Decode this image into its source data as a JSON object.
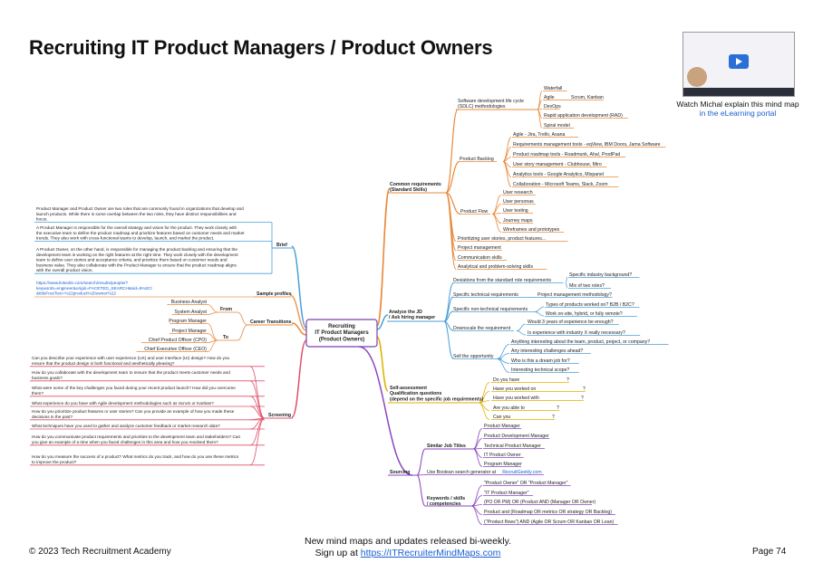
{
  "title": "Recruiting IT Product Managers / Product Owners",
  "center": [
    "Recruiting",
    "IT Product Managers",
    "(Product Owners)"
  ],
  "watch": {
    "text": "Watch Michal explain this mind map",
    "link": "in the eLearning portal"
  },
  "footer": {
    "left": "© 2023 Tech Recruitment Academy",
    "line1": "New mind maps and updates released bi-weekly.",
    "line2_prefix": "Sign up at ",
    "line2_link": "https://ITRecruiterMindMaps.com",
    "right": "Page 74"
  },
  "colors": {
    "orange": "#e8893a",
    "blue": "#4a9fd8",
    "purple": "#8a44c0",
    "yellow": "#e0b000",
    "red": "#e0506a",
    "peach": "#ec9a5a",
    "teal": "#2f9fa3"
  },
  "branches": {
    "common": {
      "label": [
        "Common requirements",
        "(Standard Skills)"
      ],
      "sdlc": {
        "label": [
          "Software development life cycle",
          "(SDLC) methodologies"
        ],
        "items": [
          "Waterfall",
          "Agile",
          "DevOps",
          "Rapid application development (RAD)",
          "Spiral model"
        ],
        "agile_sub": "Scrum, Kanban"
      },
      "backlog": {
        "label": "Product Backlog",
        "items": [
          "Agile - Jira, Trello, Asana",
          "Requirements management tools - eqView, IBM Doors, Jama Software",
          "Product roadmap tools - Roadmunk, Aha!, ProdPad",
          "User story management - Clubhouse, Miro",
          "Analytics tools - Google Analytics, Mixpanel",
          "Collaboration - Microsoft Teams, Slack, Zoom"
        ]
      },
      "flow": {
        "label": "Product Flow",
        "items": [
          "User research",
          "User personas",
          "User testing",
          "Journey maps",
          "Wireframes and prototypes"
        ]
      },
      "others": [
        "Prioritizing user stories, product features...",
        "Project management",
        "Communication skills",
        "Analytical and problem-solving skills"
      ]
    },
    "brief": {
      "label": "Brief",
      "paragraphs": [
        "Product Manager and Product Owner are two roles that are commonly found in organizations that develop and launch products. While there is some overlap between the two roles, they have distinct responsibilities and focus.",
        "A Product Manager is responsible for the overall strategy and vision for the product. They work closely with the executive team to define the product roadmap and prioritize features based on customer needs and market trends. They also work with cross-functional teams to develop, launch, and market the product.",
        "A Product Owner, on the other hand, is responsible for managing the product backlog and ensuring that the development team is working on the right features at the right time. They work closely with the development team to define user stories and acceptance criteria, and prioritize them based on customer needs and business value. They also collaborate with the Product Manager to ensure that the product roadmap aligns with the overall product vision."
      ]
    },
    "sample": {
      "label": "Sample profiles",
      "link": [
        "https://www.linkedin.com/search/results/people/?",
        "keywords=engineer&origin=FACETED_SEARCH&sid=5%2Cl",
        "&titleFreeText=%22product%20owner%22"
      ]
    },
    "career": {
      "label": "Career Transitions",
      "from_label": "From",
      "to_label": "To",
      "from": [
        "Business Analyst",
        "System Analyst"
      ],
      "to": [
        "Program Manager",
        "Project Manager",
        "Chief Product Officer (CPO)",
        "Chief Executive Officer (CEO)"
      ]
    },
    "analyze": {
      "label": [
        "Analyze the JD",
        "/ Ask hiring manager"
      ],
      "deviations": {
        "label": "Deviations from the standard role requirements",
        "items": [
          "Specific industry background?",
          "Mix of two roles?"
        ]
      },
      "technical": {
        "label": "Specific technical requirements",
        "item": "Project management methodology?"
      },
      "nontech": {
        "label": "Specific non-technical requirements",
        "items": [
          "Types of products worked on? B2B / B2C?",
          "Work on-site, hybrid, or fully remote?"
        ]
      },
      "downscale": {
        "label": "Downscale the requirement",
        "items": [
          "Would 3 years of experience be enough?",
          "Is experience with industry X really necessary?"
        ]
      },
      "sell": {
        "label": "Sell the opportunity",
        "items": [
          "Anything interesting about the team, product, project, or company?",
          "Any interesting challenges ahead?",
          "Who is this a dream job for?",
          "Interesting technical scope?"
        ]
      }
    },
    "self": {
      "label": [
        "Self-assessment",
        "Qualification questions",
        "(depend on the specific job requirements)"
      ],
      "items": [
        "Do you have",
        "Have you worked on",
        "Have you worked with",
        "Are you able to",
        "Can you"
      ],
      "marks": [
        "?",
        "?",
        "?",
        "?",
        "?"
      ]
    },
    "screening": {
      "label": "Screening",
      "questions": [
        "Can you describe your experience with user experience (UX) and user interface (UI) design? How do you ensure that the product design is both functional and aesthetically pleasing?",
        "How do you collaborate with the development team to ensure that the product meets customer needs and business goals?",
        "What were some of the key challenges you faced during your recent product launch? How did you overcome them?",
        "What experience do you have with Agile development methodologies such as Scrum or Kanban?",
        "How do you prioritize product features or user stories? Can you provide an example of how you made these decisions in the past?",
        "What techniques have you used to gather and analyze customer feedback or market research data?",
        "How do you communicate product requirements and priorities to the development team and stakeholders? Can you give an example of a time when you faced challenges in this area and how you resolved them?",
        "How do you measure the success of a product? What metrics do you track, and how do you use these metrics to improve the product?"
      ]
    },
    "sourcing": {
      "label": "Sourcing",
      "similar": {
        "label": "Similar Job Titles",
        "items": [
          "Product Manager",
          "Product Development Manager",
          "Technical Product Manager",
          "IT Product Owner",
          "Program Manager"
        ]
      },
      "boolean": {
        "prefix": "Use Boolean search generator at ",
        "link": "RecruitGeekly.com"
      },
      "keywords": {
        "label": [
          "Keywords / skills",
          "/ competencies"
        ],
        "items": [
          "\"Product Owner\" OR \"Product Manager\"",
          "\"IT Product Manager\"",
          "(PO OR PM) OR (Product AND (Manager OR Owner)",
          "Product and (Roadmap OR metrics OR strategy OR Backlog)",
          "(\"Product flows\") AND (Agile OR Scrum OR Kanban OR Lean)"
        ]
      }
    }
  }
}
